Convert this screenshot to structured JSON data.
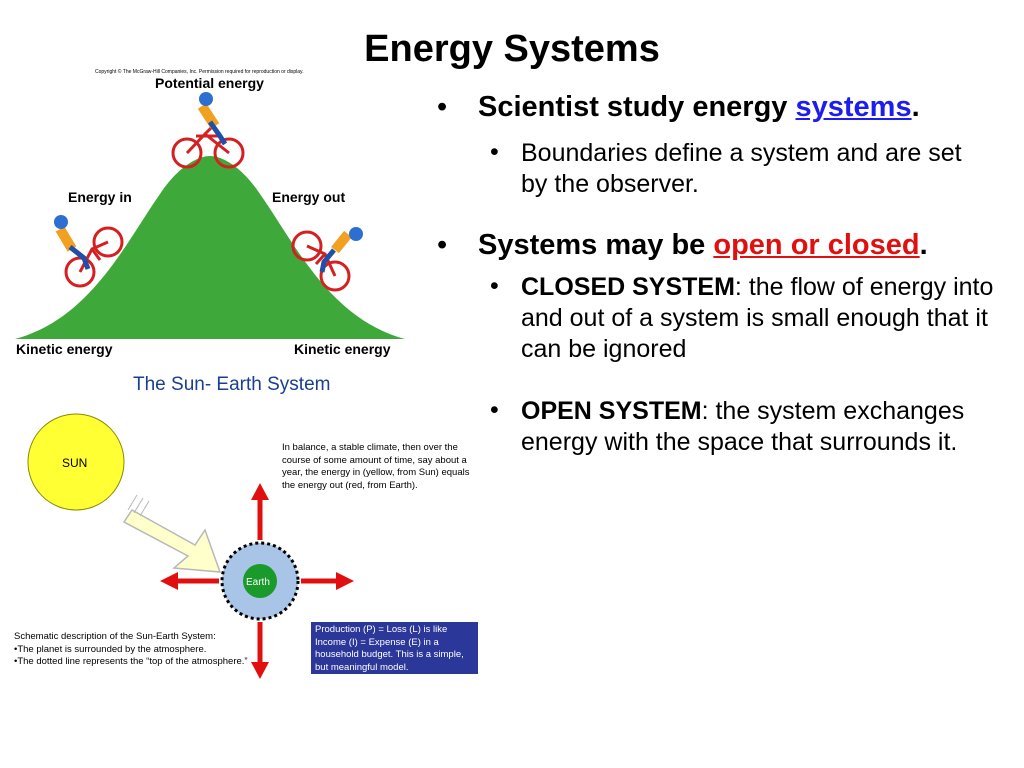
{
  "slide": {
    "title": "Energy Systems"
  },
  "bike_figure": {
    "copyright": "Copyright © The McGraw-Hill Companies, Inc. Permission required for reproduction or display.",
    "potential_energy": "Potential energy",
    "energy_in": "Energy in",
    "energy_out": "Energy out",
    "kinetic_left": "Kinetic energy",
    "kinetic_right": "Kinetic energy",
    "colors": {
      "hill": "#3fa83a",
      "bike": "#d42020",
      "shirt": "#f2a020",
      "helmet": "#2c6fd1"
    }
  },
  "sun_earth": {
    "heading": "The Sun- Earth System",
    "sun_label": "SUN",
    "earth_label": "Earth",
    "balance_note": "In balance, a stable climate, then over the course of some amount of time, say about a year, the energy in (yellow, from Sun) equals the energy out (red, from Earth).",
    "schematic_title": "Schematic description of the Sun-Earth System:",
    "schematic_line1": "•The planet is surrounded by the atmosphere.",
    "schematic_line2": "•The dotted line represents the “top of the atmosphere.”",
    "production_note": "Production (P) = Loss (L) is like Income (I) =  Expense (E) in a household budget.  This is a simple, but meaningful model.",
    "colors": {
      "sun": "#ffff33",
      "earth": "#1a9a2a",
      "arrows": "#e01010",
      "box": "#2b3799"
    }
  },
  "bullets": {
    "b1a_prefix": "Scientist study energy ",
    "b1a_link": "systems",
    "b1a_suffix": ".",
    "b2a_text": "Boundaries define a system and are set by the observer.",
    "b1b_prefix": "Systems may be ",
    "b1b_link": "open or closed",
    "b1b_suffix": ".",
    "b2b_term": "CLOSED SYSTEM",
    "b2b_text": ": the flow of energy into and out of a system is small enough that it can be ignored",
    "b2c_term": "OPEN SYSTEM",
    "b2c_text": ": the system exchanges energy with the space that surrounds it."
  }
}
